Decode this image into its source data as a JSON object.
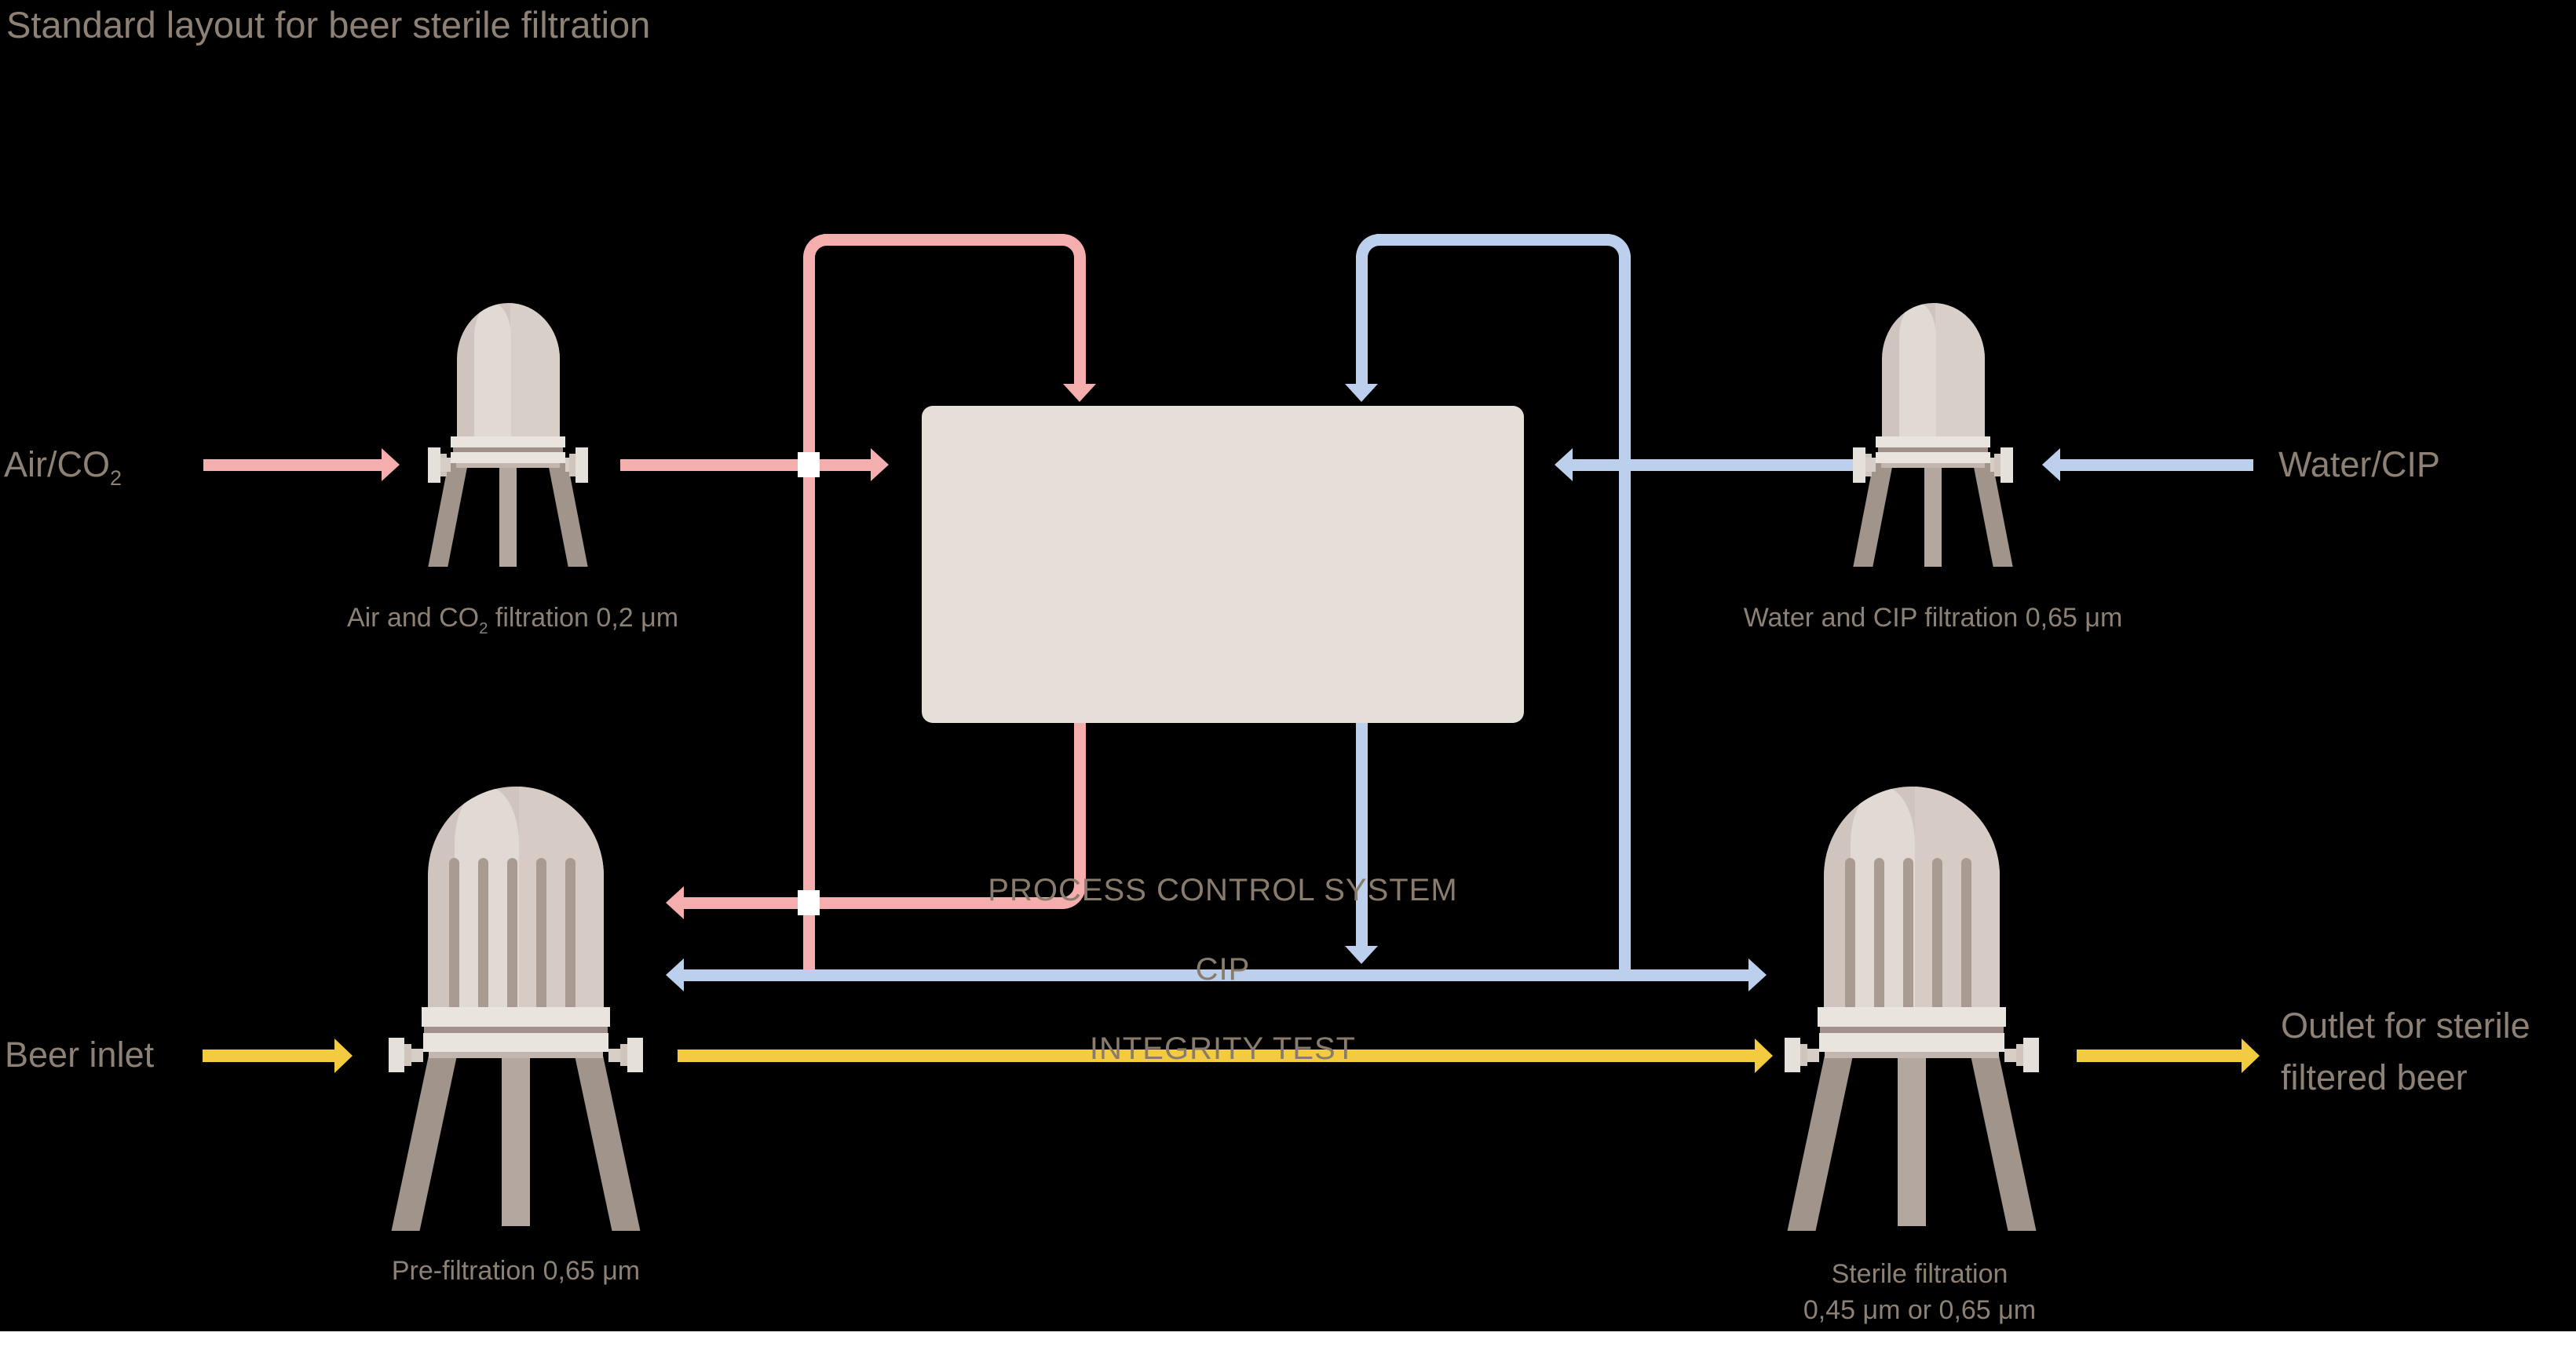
{
  "title": "Standard layout for beer sterile filtration",
  "control_box": {
    "line1": "PROCESS CONTROL SYSTEM",
    "line2": "CIP",
    "line3": "INTEGRITY TEST"
  },
  "labels": {
    "air_inlet_main": "Air/CO",
    "air_inlet_sub": "2",
    "water_inlet": "Water/CIP",
    "beer_inlet": "Beer inlet",
    "outlet_line1": "Outlet for sterile",
    "outlet_line2": "filtered beer",
    "air_filter_pre": "Air and CO",
    "air_filter_sub": "2",
    "air_filter_post": " filtration 0,2 μm",
    "water_filter": "Water and CIP filtration 0,65 μm",
    "pre_filter": "Pre-filtration 0,65 μm",
    "sterile_filter_line1": "Sterile filtration",
    "sterile_filter_line2": "0,45 μm or 0,65 μm"
  },
  "colors": {
    "background": "#000000",
    "air_co2_line": "#f5aeae",
    "water_cip_line": "#bccfec",
    "beer_line": "#f3cb41",
    "control_box_fill": "#e5dfd8",
    "label_text": "#8d8175",
    "box_text": "#8a7c6c",
    "vessel_body": "#cfc5be",
    "vessel_highlight": "#e1dad4",
    "vessel_flange": "#eae4de",
    "vessel_legs": "#a1948b",
    "crossing_break": "#ffffff"
  }
}
